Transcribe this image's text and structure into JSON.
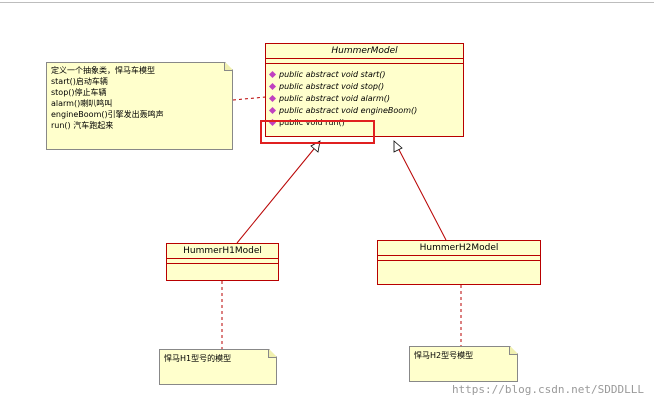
{
  "hummer_model": {
    "name": "HummerModel",
    "operations": [
      {
        "label": "public abstract void start()",
        "abstract": true
      },
      {
        "label": "public abstract void stop()",
        "abstract": true
      },
      {
        "label": "public abstract void alarm()",
        "abstract": true
      },
      {
        "label": "public abstract void engineBoom()",
        "abstract": true
      },
      {
        "label": "public void run()",
        "abstract": false
      }
    ]
  },
  "h1_model": {
    "name": "HummerH1Model"
  },
  "h2_model": {
    "name": "HummerH2Model"
  },
  "notes": {
    "abstract_note": {
      "lines": [
        "定义一个抽象类，悍马车模型",
        "start()启动车辆",
        "stop()停止车辆",
        "alarm()喇叭鸣叫",
        "engineBoom()引擎发出轰鸣声",
        "run() 汽车跑起来"
      ]
    },
    "h1_note": "悍马H1型号的模型",
    "h2_note": "悍马H2型号模型"
  },
  "watermark": "https://blog.csdn.net/SDDDLLL",
  "colors": {
    "class_fill": "#ffffcc",
    "class_border": "#b80000",
    "highlight": "#e02020",
    "operation_marker": "#c040c0"
  }
}
